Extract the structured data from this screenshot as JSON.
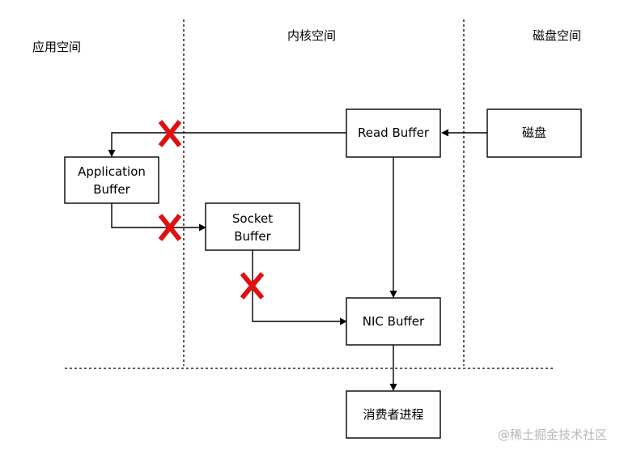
{
  "zones": {
    "app_space": "应用空间",
    "kernel_space": "内核空间",
    "disk_space": "磁盘空间"
  },
  "boxes": {
    "read_buffer": "Read Buffer",
    "disk": "磁盘",
    "application_buffer": [
      "Application",
      "Buffer"
    ],
    "socket_buffer": [
      "Socket",
      "Buffer"
    ],
    "nic_buffer": "NIC Buffer",
    "consumer_process": "消费者进程"
  },
  "watermark": "@稀土掘金技术社区",
  "colors": {
    "line": "#000000",
    "x_mark": "#e01010",
    "watermark": "#b7b7b7",
    "background": "#ffffff"
  }
}
